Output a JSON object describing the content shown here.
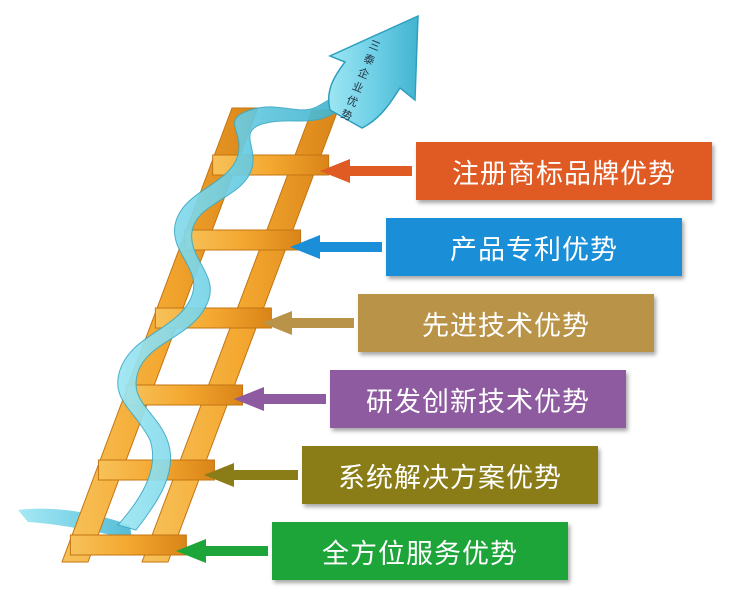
{
  "arrow_label": "三泰企业优势",
  "advantages": [
    {
      "label": "注册商标品牌优势",
      "color": "#e05a24"
    },
    {
      "label": "产品专利优势",
      "color": "#1a8fd8"
    },
    {
      "label": "先进技术优势",
      "color": "#b99448"
    },
    {
      "label": "研发创新技术优势",
      "color": "#8e5aa0"
    },
    {
      "label": "系统解决方案优势",
      "color": "#8a7d18"
    },
    {
      "label": "全方位服务优势",
      "color": "#1ea53a"
    }
  ]
}
